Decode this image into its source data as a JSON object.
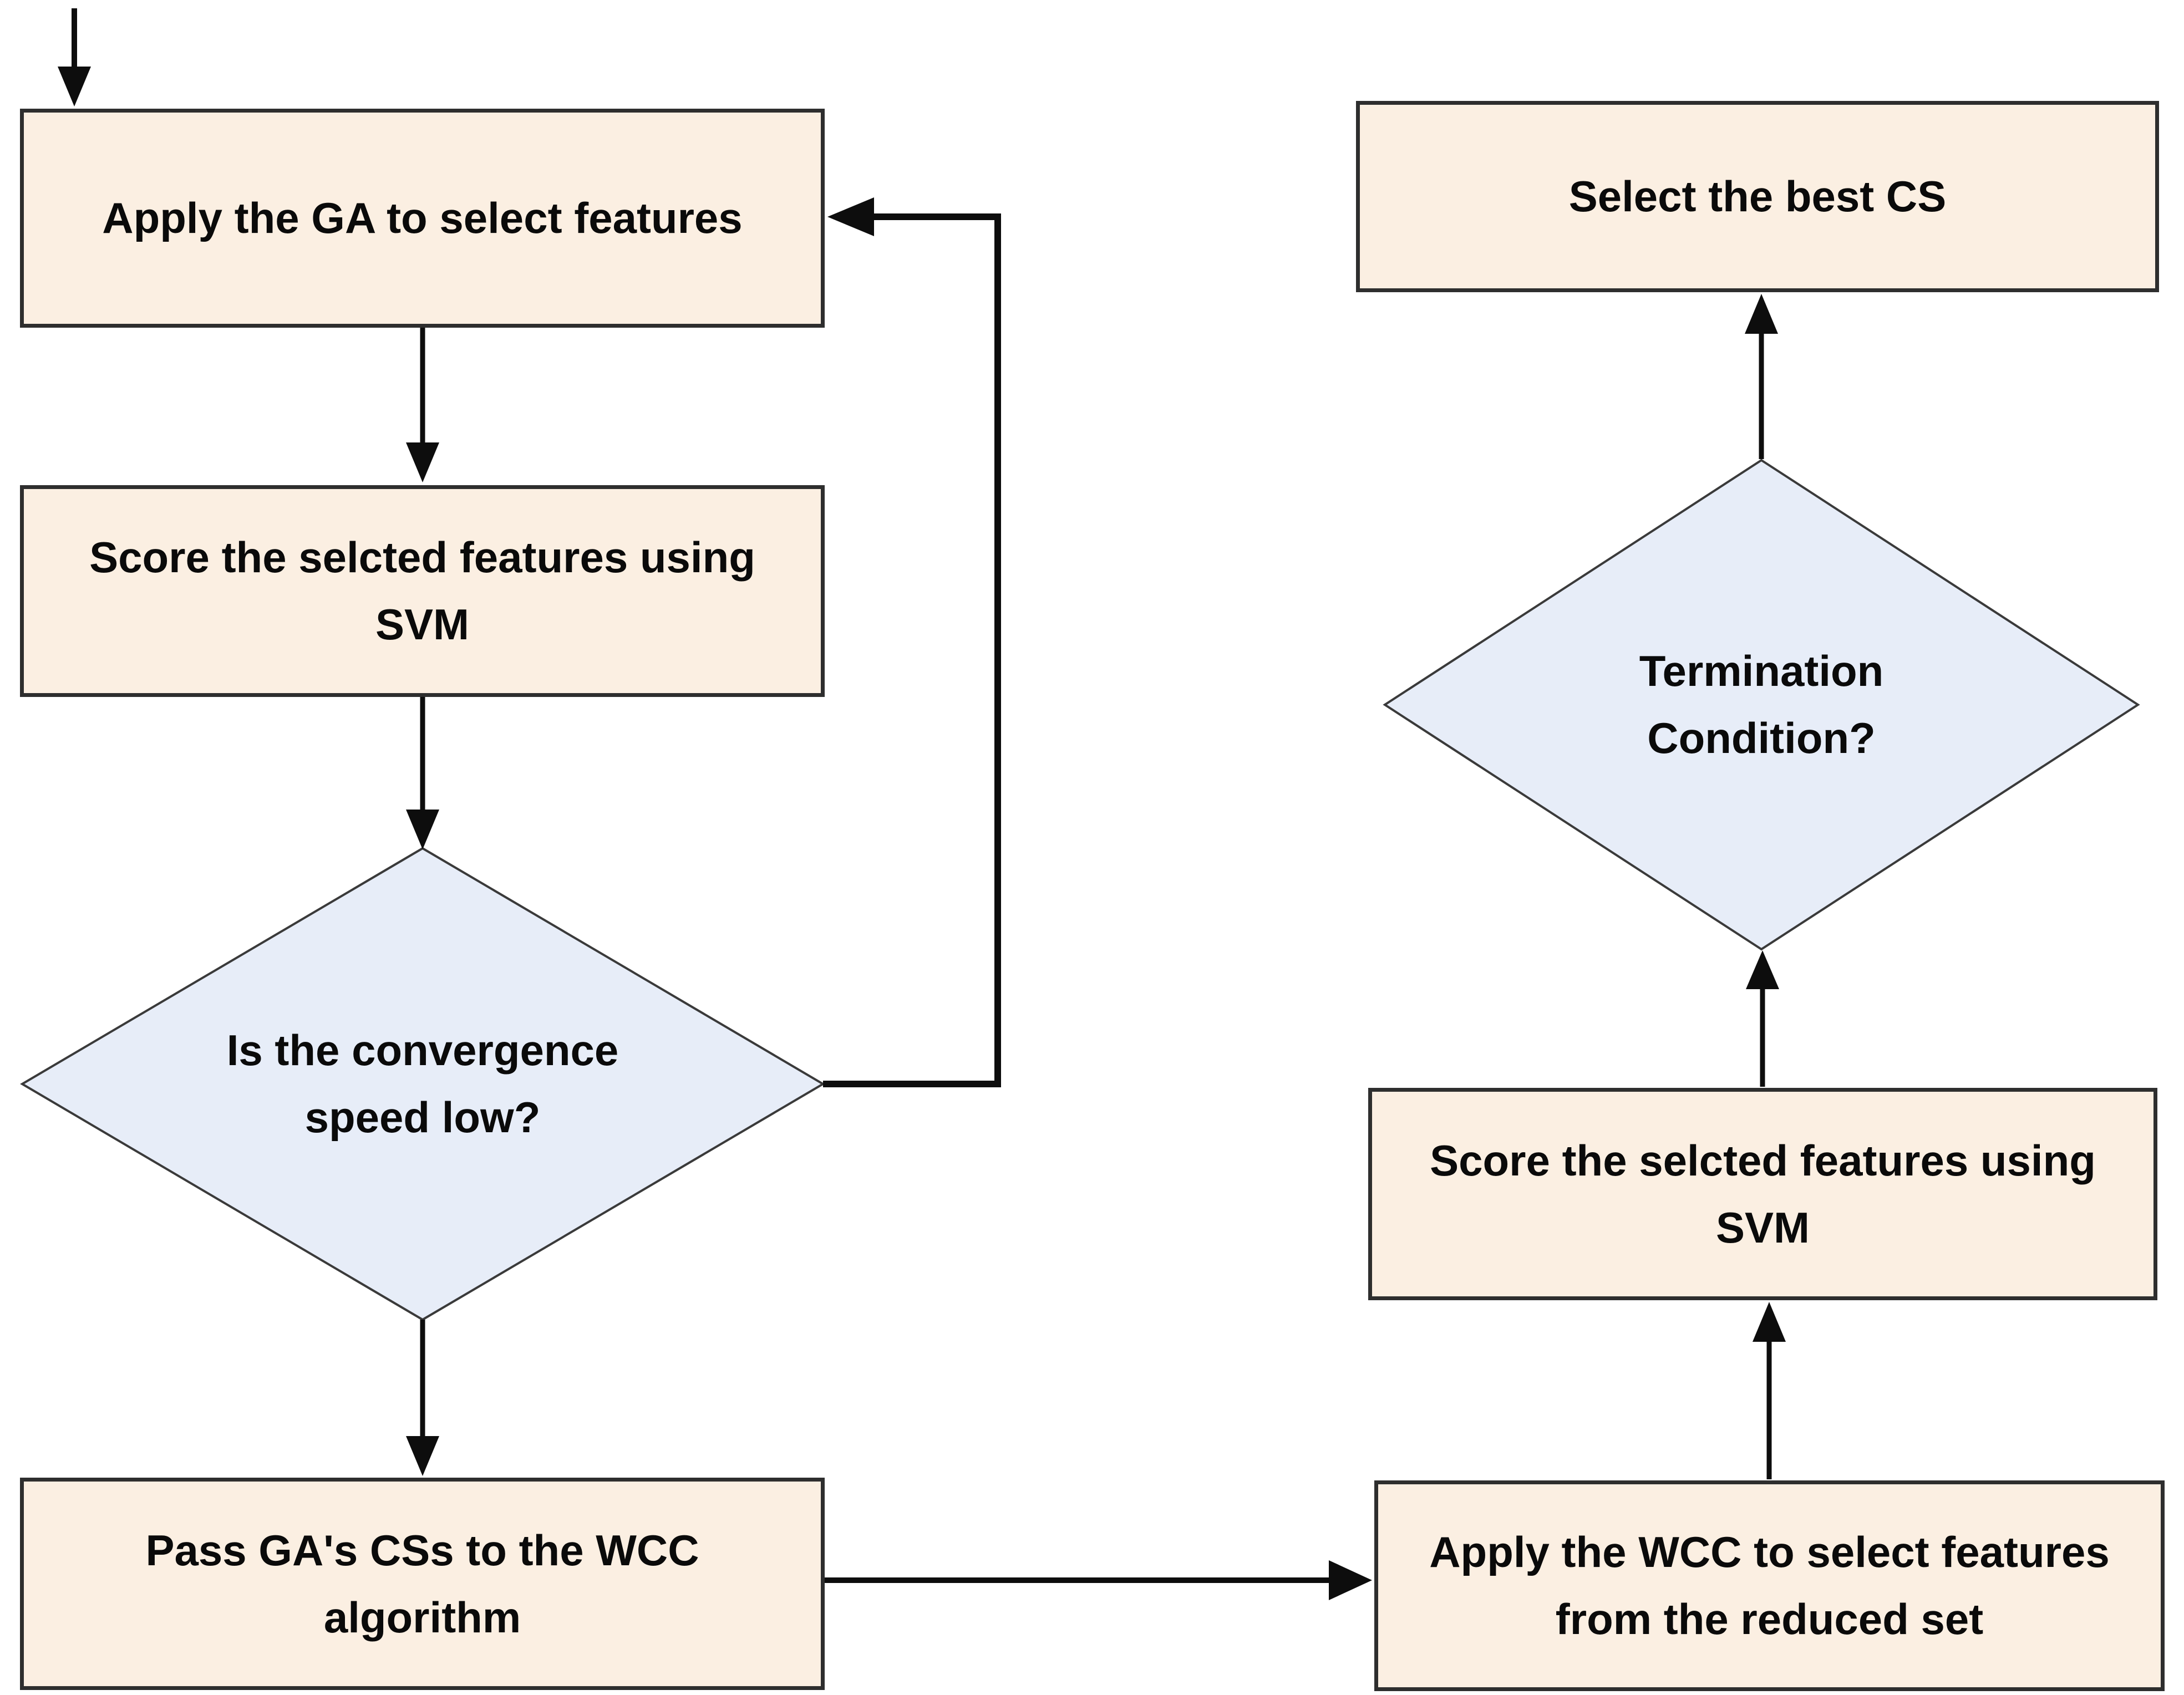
{
  "figure": {
    "type": "flowchart",
    "background": "#FFFFFF",
    "styles": {
      "process_fill": "#FBEFE2",
      "process_border": "#2E2E2E",
      "decision_fill": "#E7EDF8",
      "decision_border": "#3A3A3A",
      "connector_color": "#0D0D0D",
      "text_color": "#0A0A0A",
      "canvas_bg": "#FFFFFF"
    },
    "nodes": [
      {
        "id": "apply-ga",
        "type": "process",
        "label": "Apply the GA to select features"
      },
      {
        "id": "score-svm-ga",
        "type": "process",
        "label": "Score the selcted features using SVM"
      },
      {
        "id": "convergence-check",
        "type": "decision",
        "label": "Is the convergence speed low?"
      },
      {
        "id": "pass-css-wcc",
        "type": "process",
        "label": "Pass GA's CSs to the WCC algorithm"
      },
      {
        "id": "apply-wcc",
        "type": "process",
        "label": "Apply the WCC to select features from the reduced set"
      },
      {
        "id": "score-svm-wcc",
        "type": "process",
        "label": "Score the selcted features using SVM"
      },
      {
        "id": "termination-check",
        "type": "decision",
        "label": "Termination Condition?"
      },
      {
        "id": "select-best-cs",
        "type": "process",
        "label": "Select the best CS"
      }
    ],
    "edges": [
      {
        "from": "start",
        "to": "apply-ga",
        "kind": "entry"
      },
      {
        "from": "apply-ga",
        "to": "score-svm-ga",
        "kind": "flow"
      },
      {
        "from": "score-svm-ga",
        "to": "convergence-check",
        "kind": "flow"
      },
      {
        "from": "convergence-check",
        "to": "pass-css-wcc",
        "kind": "flow"
      },
      {
        "from": "convergence-check",
        "to": "apply-ga",
        "kind": "loop-back"
      },
      {
        "from": "pass-css-wcc",
        "to": "apply-wcc",
        "kind": "flow"
      },
      {
        "from": "apply-wcc",
        "to": "score-svm-wcc",
        "kind": "flow"
      },
      {
        "from": "score-svm-wcc",
        "to": "termination-check",
        "kind": "flow"
      },
      {
        "from": "termination-check",
        "to": "select-best-cs",
        "kind": "flow"
      }
    ]
  }
}
